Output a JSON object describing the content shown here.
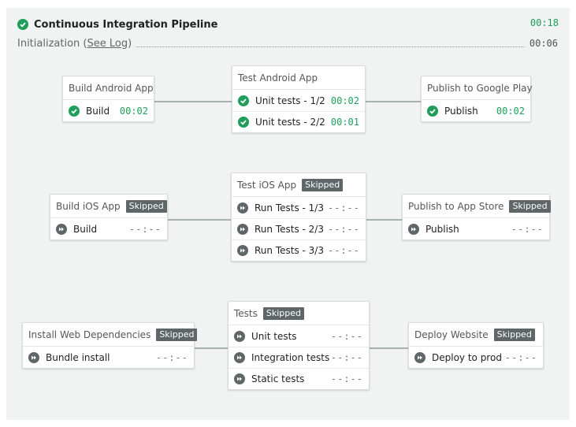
{
  "pipeline": {
    "title": "Continuous Integration Pipeline",
    "total_time": "00:18",
    "init_label": "Initialization (",
    "init_link": "See Log",
    "init_close": ")",
    "init_time": "00:06"
  },
  "colors": {
    "success": "#1e9e5a",
    "skipped": "#5f6668",
    "connector": "#aab0b2"
  },
  "icons": {
    "success": "check-circle-icon",
    "skipped": "fast-forward-icon"
  },
  "stages": {
    "build_android": {
      "title": "Build Android App",
      "jobs": [
        {
          "label": "Build",
          "time": "00:02"
        }
      ]
    },
    "test_android": {
      "title": "Test Android App",
      "jobs": [
        {
          "label": "Unit tests - 1/2",
          "time": "00:02"
        },
        {
          "label": "Unit tests - 2/2",
          "time": "00:01"
        }
      ]
    },
    "publish_google": {
      "title": "Publish to Google Play",
      "jobs": [
        {
          "label": "Publish",
          "time": "00:02"
        }
      ]
    },
    "build_ios": {
      "title": "Build iOS App",
      "badge": "Skipped",
      "jobs": [
        {
          "label": "Build",
          "time": "--:--"
        }
      ]
    },
    "test_ios": {
      "title": "Test iOS App",
      "badge": "Skipped",
      "jobs": [
        {
          "label": "Run Tests - 1/3",
          "time": "--:--"
        },
        {
          "label": "Run Tests - 2/3",
          "time": "--:--"
        },
        {
          "label": "Run Tests - 3/3",
          "time": "--:--"
        }
      ]
    },
    "publish_appstore": {
      "title": "Publish to App Store",
      "badge": "Skipped",
      "jobs": [
        {
          "label": "Publish",
          "time": "--:--"
        }
      ]
    },
    "install_web": {
      "title": "Install Web Dependencies",
      "badge": "Skipped",
      "jobs": [
        {
          "label": "Bundle install",
          "time": "--:--"
        }
      ]
    },
    "tests": {
      "title": "Tests",
      "badge": "Skipped",
      "jobs": [
        {
          "label": "Unit tests",
          "time": "--:--"
        },
        {
          "label": "Integration tests",
          "time": "--:--"
        },
        {
          "label": "Static tests",
          "time": "--:--"
        }
      ]
    },
    "deploy_web": {
      "title": "Deploy Website",
      "badge": "Skipped",
      "jobs": [
        {
          "label": "Deploy to prod",
          "time": "--:--"
        }
      ]
    }
  }
}
